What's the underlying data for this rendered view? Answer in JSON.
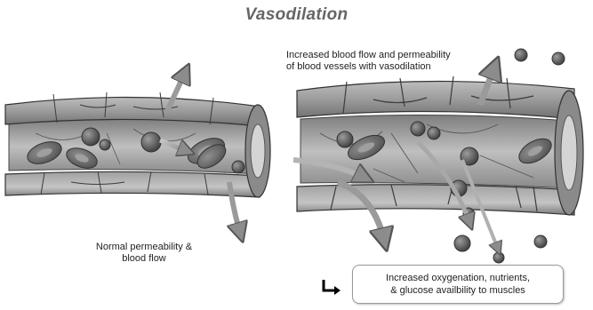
{
  "title": "Vasodilation",
  "captions": {
    "increased": [
      "Increased blood flow and permeability",
      "of blood vessels with vasodilation"
    ],
    "normal": [
      "Normal permeability &",
      "blood flow"
    ],
    "outcome": [
      "Increased oxygenation, nutrients,",
      "& glucose availbility to muscles"
    ]
  },
  "icons": {
    "outcome_arrow": "corner-down-right-arrow-icon"
  }
}
